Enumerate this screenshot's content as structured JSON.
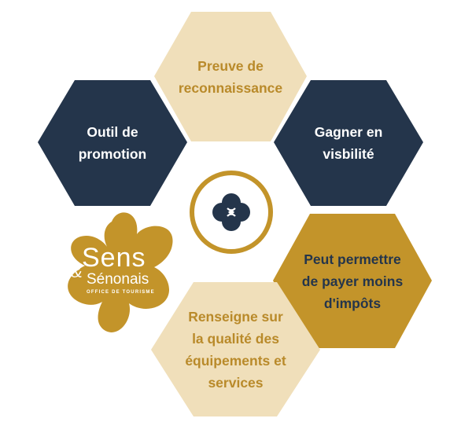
{
  "colors": {
    "navy": "#24354b",
    "beige": "#f0dfba",
    "gold": "#c3942a",
    "gold_text": "#b98a2a",
    "center_ring": "#c3942a",
    "center_icon": "#24354b"
  },
  "hexagons": [
    {
      "id": "preuve",
      "lines": [
        "Preuve de",
        "reconnaissance"
      ],
      "fill": "beige",
      "text": "gold_text"
    },
    {
      "id": "outil",
      "lines": [
        "Outil de",
        "promotion"
      ],
      "fill": "navy",
      "text": "white"
    },
    {
      "id": "gagner",
      "lines": [
        "Gagner en",
        "visbilité"
      ],
      "fill": "navy",
      "text": "white"
    },
    {
      "id": "impots",
      "lines": [
        "Peut permettre",
        "de payer moins",
        "d'impôts"
      ],
      "fill": "gold",
      "text": "navy"
    },
    {
      "id": "renseigne",
      "lines": [
        "Renseigne sur",
        "la qualité des",
        "équipements et",
        "services"
      ],
      "fill": "beige",
      "text": "gold_text"
    }
  ],
  "center": {
    "icon": "quatrefoil-icon"
  },
  "logo": {
    "icon": "flower-logo",
    "name_main": "Sens",
    "ampersand": "&",
    "name_sub": "Sénonais",
    "tagline": "OFFICE DE TOURISME"
  }
}
